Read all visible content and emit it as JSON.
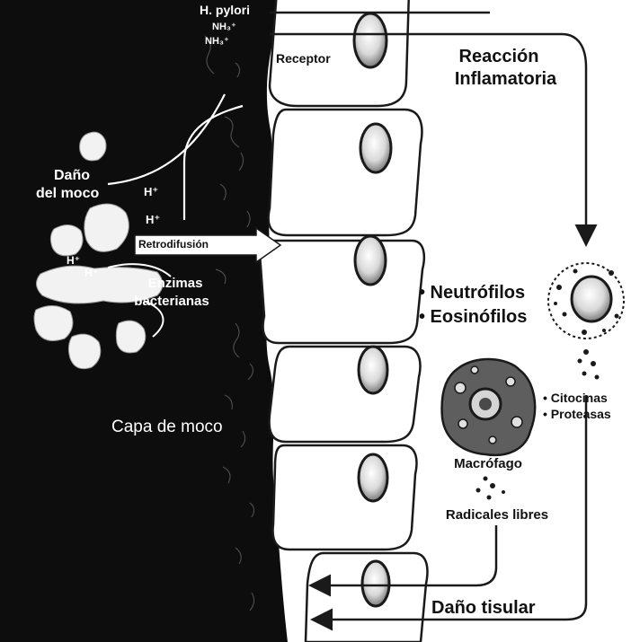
{
  "mucus_side": {
    "bacterium": "H. pylori",
    "ammonia": [
      "NH₃⁺",
      "NH₃⁺"
    ],
    "receptor": "Receptor",
    "mucus_damage": [
      "Daño",
      "del moco"
    ],
    "protons": [
      "H⁺",
      "H⁺",
      "H⁺",
      "H⁺"
    ],
    "back_diffusion": "Retrodifusión",
    "bacterial_enzymes": [
      "Enzimas",
      "bacterianas"
    ],
    "mucus_layer": "Capa de moco"
  },
  "tissue_side": {
    "inflammation": [
      "Reacción",
      "Inflamatoria"
    ],
    "cells": [
      "• Neutrófilos",
      "• Eosinófilos"
    ],
    "mediators": [
      "• Citocinas",
      "• Proteasas"
    ],
    "macrophage": "Macrófago",
    "free_radicals": "Radicales libres",
    "tissue_damage": "Daño tisular"
  },
  "colors": {
    "mucus_background": "#0d0d0d",
    "cell_fill": "#ffffff",
    "ink": "#111111",
    "arrow": "#1a1a1a"
  },
  "icons": [
    "epithelial-cell-icon",
    "nucleus-icon",
    "bacterium-icon",
    "neutrophil-icon",
    "macrophage-icon",
    "arrow-icon"
  ]
}
